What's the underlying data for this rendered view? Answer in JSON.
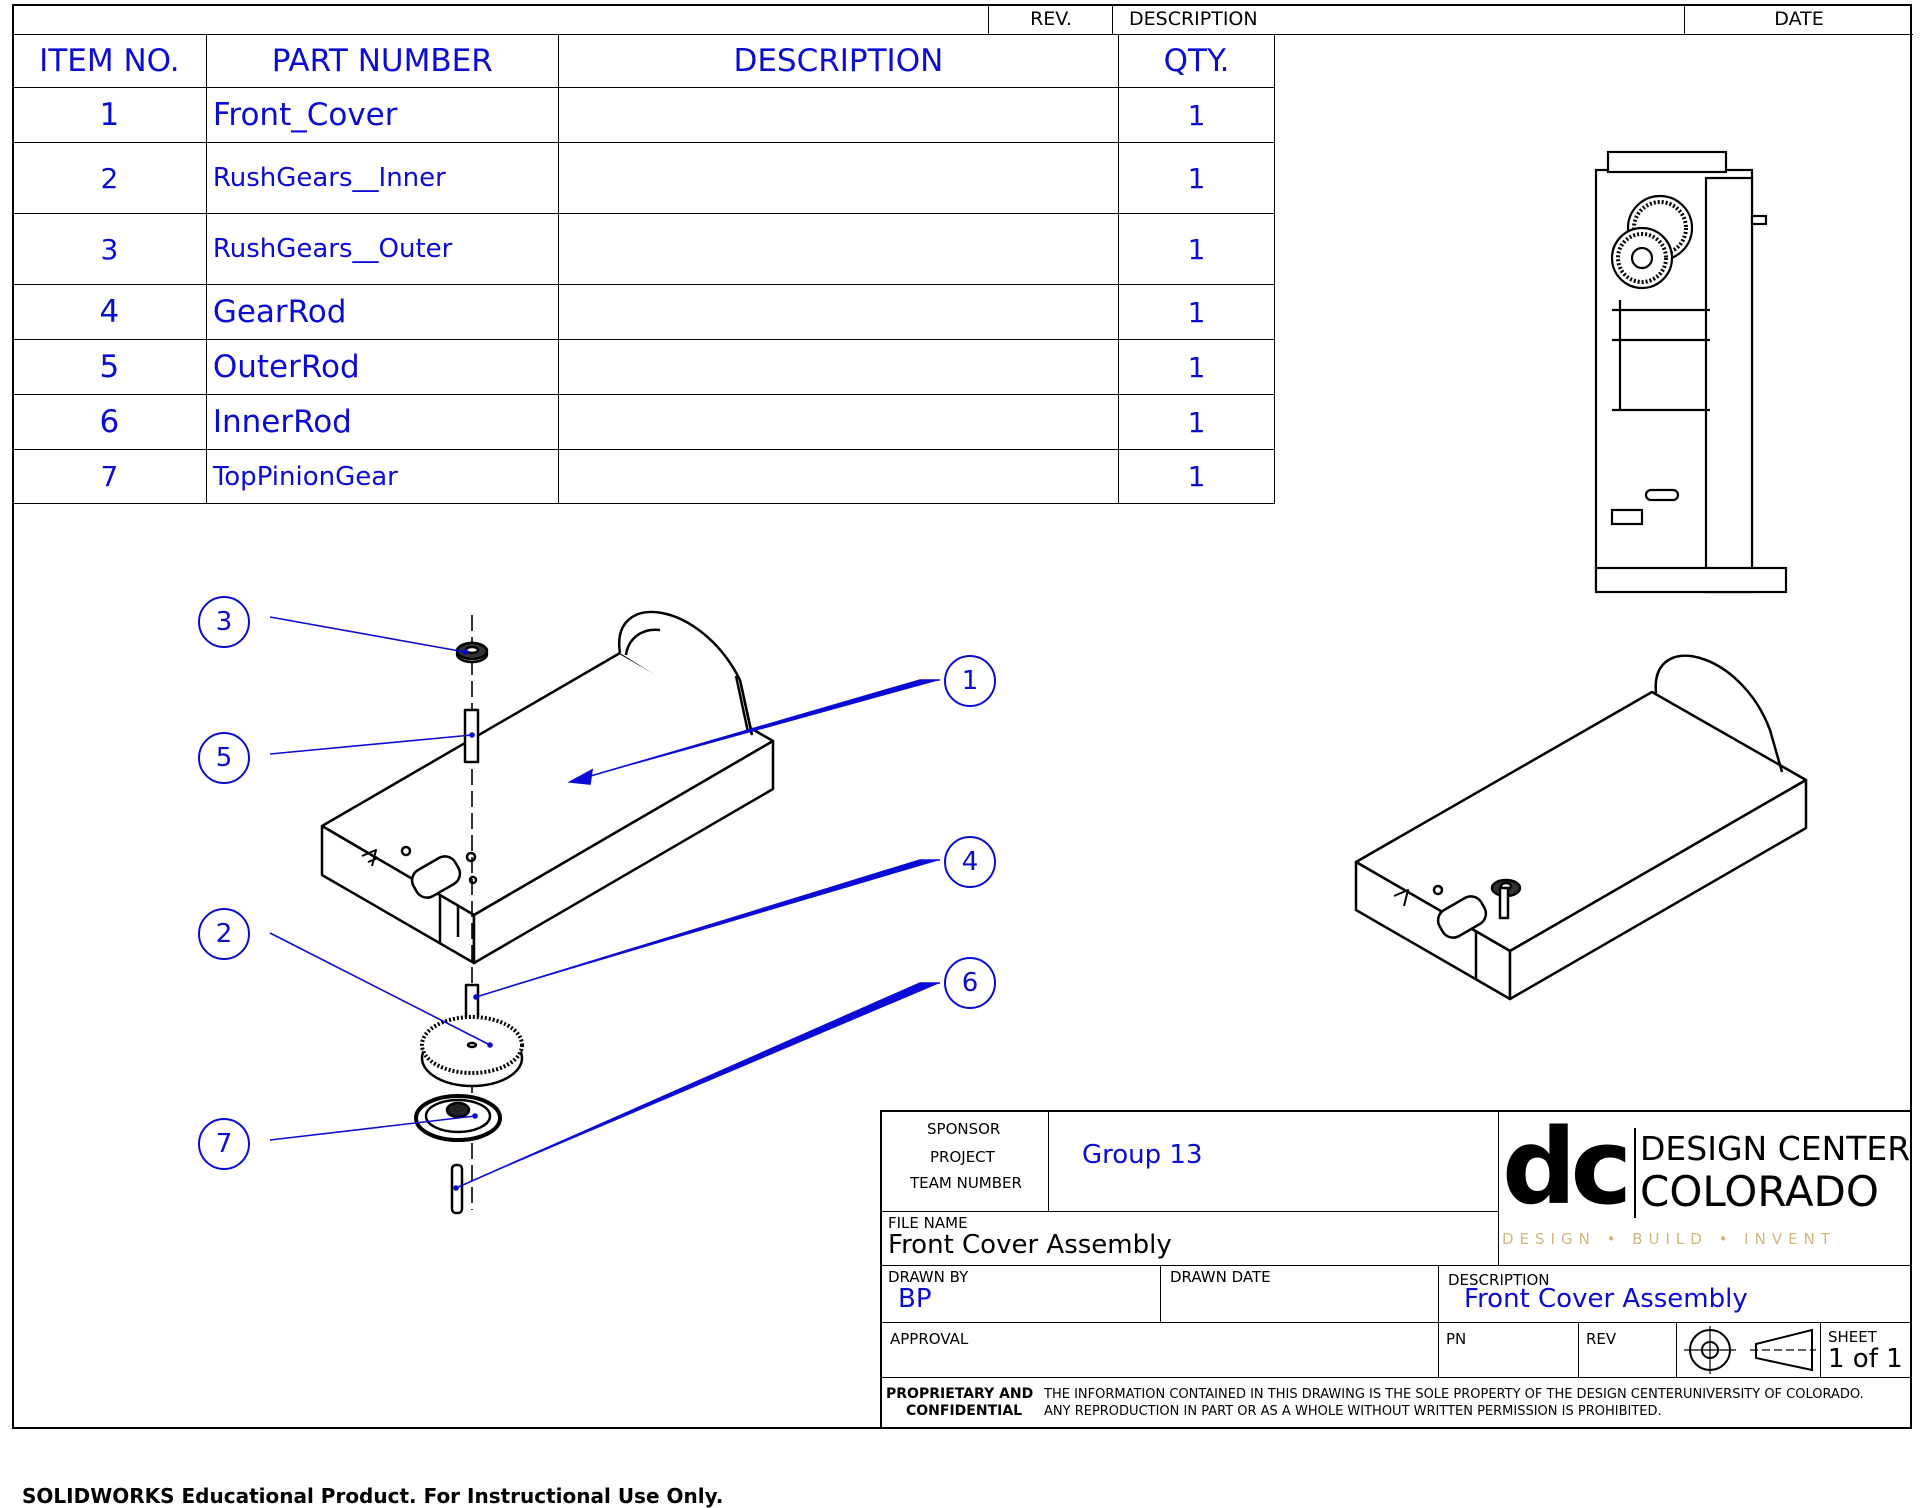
{
  "revision_block": {
    "rev": "REV.",
    "description": "DESCRIPTION",
    "date": "DATE"
  },
  "bom": {
    "headers": [
      "ITEM NO.",
      "PART NUMBER",
      "DESCRIPTION",
      "QTY."
    ],
    "rows": [
      {
        "item": "1",
        "part": "Front_Cover",
        "description": "",
        "qty": "1"
      },
      {
        "item": "2",
        "part": "RushGears__Inner",
        "description": "",
        "qty": "1"
      },
      {
        "item": "3",
        "part": "RushGears__Outer",
        "description": "",
        "qty": "1"
      },
      {
        "item": "4",
        "part": "GearRod",
        "description": "",
        "qty": "1"
      },
      {
        "item": "5",
        "part": "OuterRod",
        "description": "",
        "qty": "1"
      },
      {
        "item": "6",
        "part": "InnerRod",
        "description": "",
        "qty": "1"
      },
      {
        "item": "7",
        "part": "TopPinionGear",
        "description": "",
        "qty": "1"
      }
    ]
  },
  "balloons": [
    "1",
    "2",
    "3",
    "4",
    "5",
    "6",
    "7"
  ],
  "title_block": {
    "sponsor_label": "SPONSOR",
    "project_label": "PROJECT",
    "team_number_label": "TEAM NUMBER",
    "team_value": "Group 13",
    "file_name_label": "FILE NAME",
    "file_name_value": "Front Cover Assembly",
    "drawn_by_label": "DRAWN BY",
    "drawn_by_value": "BP",
    "drawn_date_label": "DRAWN DATE",
    "description_label": "DESCRIPTION",
    "description_value": "Front Cover Assembly",
    "approval_label": "APPROVAL",
    "pn_label": "PN",
    "rev_label": "REV",
    "sheet_label": "SHEET",
    "sheet_value": "1 of 1",
    "proprietary_label_1": "PROPRIETARY AND",
    "proprietary_label_2": "CONFIDENTIAL",
    "proprietary_text_1": "THE INFORMATION CONTAINED IN THIS DRAWING IS THE SOLE PROPERTY OF THE DESIGN CENTERUNIVERSITY OF COLORADO.",
    "proprietary_text_2": "ANY REPRODUCTION IN PART OR AS A WHOLE WITHOUT WRITTEN PERMISSION IS PROHIBITED."
  },
  "logo": {
    "mark": "dc",
    "line1": "DESIGN CENTER",
    "line2": "COLORADO",
    "tagline": "DESIGN • BUILD • INVENT"
  },
  "footer": "SOLIDWORKS Educational Product. For Instructional Use Only.",
  "colors": {
    "annotation_blue": "#0b0bd6",
    "logo_gold": "#cfb87c",
    "line": "#000000"
  }
}
